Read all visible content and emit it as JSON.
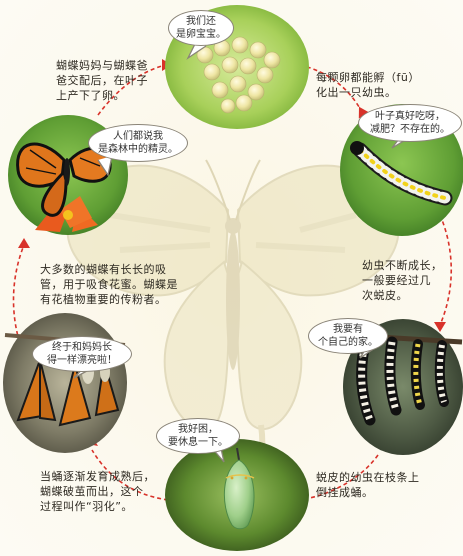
{
  "stages": {
    "eggs": {
      "bubble": [
        "我们还",
        "是卵宝宝。"
      ]
    },
    "caterpillar": {
      "bubble": [
        "叶子真好吃呀，",
        "减肥？不存在的。"
      ]
    },
    "pupating": {
      "bubble": [
        "我要有",
        "个自己的家。"
      ]
    },
    "chrysalis": {
      "bubble": [
        "我好困，",
        "要休息一下。"
      ]
    },
    "emerging": {
      "bubble": [
        "终于和妈妈长",
        "得一样漂亮啦！"
      ]
    },
    "adult": {
      "bubble": [
        "人们都说我",
        "是森林中的精灵。"
      ]
    }
  },
  "captions": {
    "mating": [
      "蝴蝶妈妈与蝴蝶爸",
      "爸交配后，在叶子",
      "上产下了卵。"
    ],
    "hatching": [
      "每颗卵都能孵（fū）",
      "化出一只幼虫。"
    ],
    "growing": [
      "幼虫不断成长，",
      "一般要经过几",
      "次蜕皮。"
    ],
    "pupation": [
      "蜕皮的幼虫在枝条上",
      "倒挂成蛹。"
    ],
    "eclosion": [
      "当蛹逐渐发育成熟后，",
      "蝴蝶破茧而出，这个",
      "过程叫作“羽化”。"
    ],
    "feeding": [
      "大多数的蝴蝶有长长的吸",
      "管，用于吸食花蜜。蝴蝶是",
      "有花植物重要的传粉者。"
    ]
  },
  "colors": {
    "arrow": "#d8322a",
    "leaf": "#6aa83a",
    "monarch": "#e0761c",
    "bubble_border": "#8a8478"
  }
}
